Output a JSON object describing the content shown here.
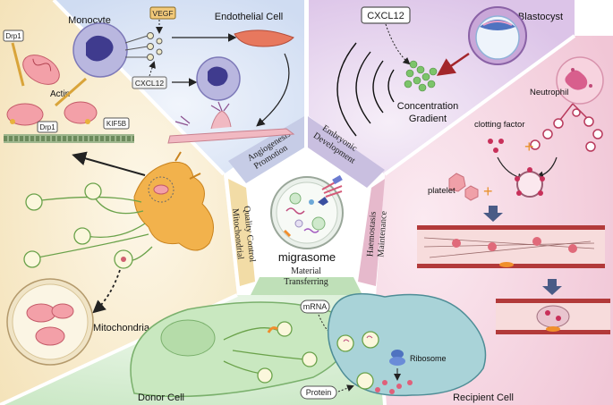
{
  "center": {
    "label": "migrasome"
  },
  "panels": {
    "angiogenesis": {
      "title_line1": "Angiogenesis",
      "title_line2": "Promotion",
      "monocyte": "Monocyte",
      "endothelial_cell": "Endothelial Cell",
      "vegf": "VEGF",
      "cxcl12": "CXCL12"
    },
    "embryonic": {
      "title_line1": "Embryonic",
      "title_line2": "Development",
      "cxcl12": "CXCL12",
      "blastocyst": "Blastocyst",
      "gradient_line1": "Concentration",
      "gradient_line2": "Gradient"
    },
    "haemostasis": {
      "title_line1": "Haemostasis",
      "title_line2": "Maintenance",
      "neutrophil": "Neutrophil",
      "clotting_factor": "clotting factor",
      "platelet": "platelet"
    },
    "mitochondrial": {
      "title_line1": "Mitochondrial",
      "title_line2": "Quality Control",
      "drp1_top": "Drp1",
      "actin": "Actin",
      "drp1_mid": "Drp1",
      "kif5b": "KIF5B",
      "mitochondria": "Mitochondria"
    },
    "material": {
      "title_line1": "Material",
      "title_line2": "Transferring",
      "mrna": "mRNA",
      "ribosome": "Ribosome",
      "protein": "Protein",
      "donor_cell": "Donor Cell",
      "recipient_cell": "Recipient Cell"
    }
  },
  "colors": {
    "angiogenesis_bg": "#dfe8f7",
    "embryonic_bg": "#ead9f0",
    "haemostasis_bg": "#f6d7e3",
    "mitochondrial_bg": "#f8ecd0",
    "material_bg": "#d9efd6",
    "label_band": "#c8cde6"
  }
}
